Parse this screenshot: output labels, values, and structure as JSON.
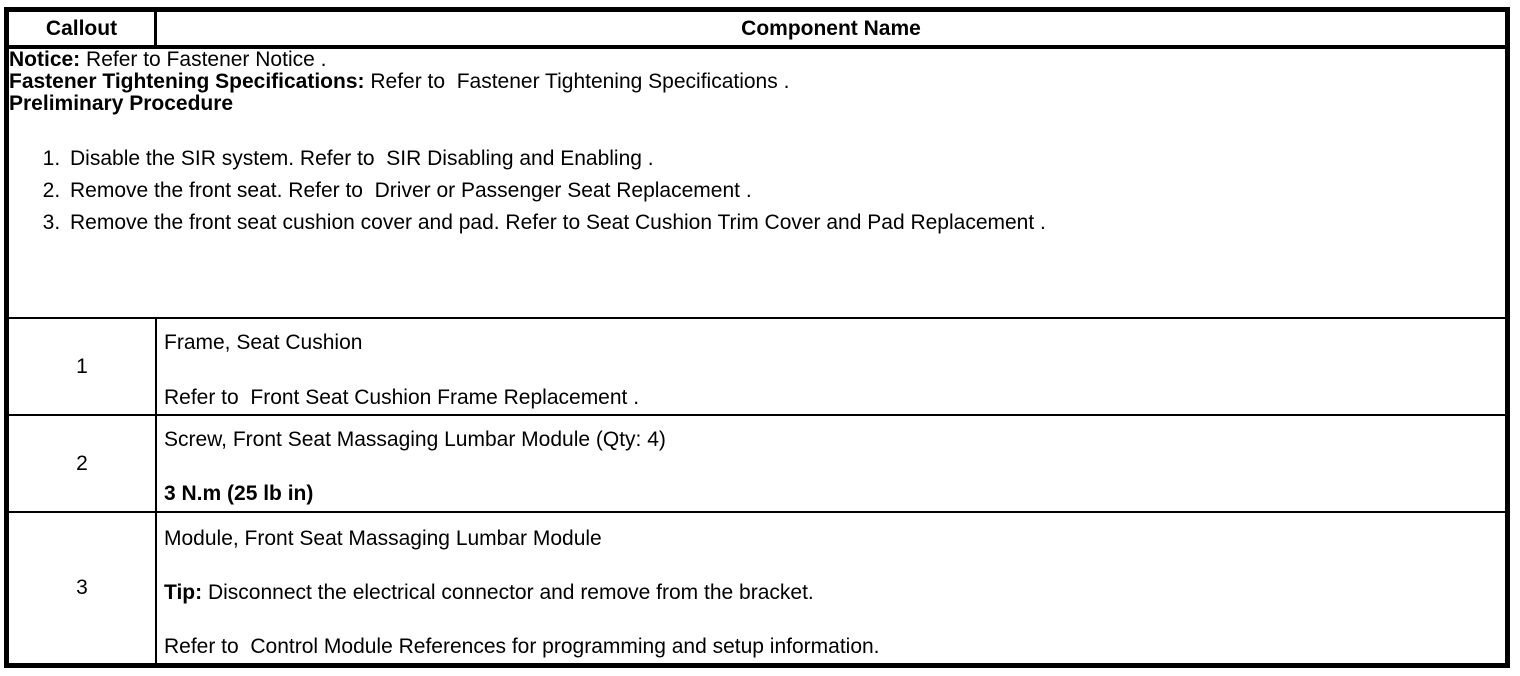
{
  "page": {
    "background": "#ffffff",
    "border_color": "#000000",
    "text_color": "#000000"
  },
  "header": {
    "callout": "Callout",
    "component_name": "Component Name"
  },
  "notices": {
    "notice_label": "Notice:",
    "notice_text": " Refer to Fastener Notice .",
    "fastener_label": "Fastener Tightening Specifications:",
    "fastener_text": " Refer to  Fastener Tightening Specifications .",
    "preliminary_title": "Preliminary Procedure",
    "steps": [
      "Disable the SIR system. Refer to  SIR Disabling and Enabling .",
      "Remove the front seat. Refer to  Driver or Passenger Seat Replacement .",
      "Remove the front seat cushion cover and pad. Refer to Seat Cushion Trim Cover and Pad Replacement ."
    ]
  },
  "rows": [
    {
      "callout": "1",
      "line1": "Frame, Seat Cushion",
      "line2": "Refer to  Front Seat Cushion Frame Replacement ."
    },
    {
      "callout": "2",
      "line1": "Screw, Front Seat Massaging Lumbar Module (Qty: 4)",
      "line2": "3 N.m (25 lb in)"
    },
    {
      "callout": "3",
      "line1": "Module, Front Seat Massaging Lumbar Module",
      "tip_label": "Tip:",
      "tip_text": " Disconnect the electrical connector and remove from the bracket.",
      "line3": "Refer to  Control Module References for programming and setup information."
    }
  ]
}
